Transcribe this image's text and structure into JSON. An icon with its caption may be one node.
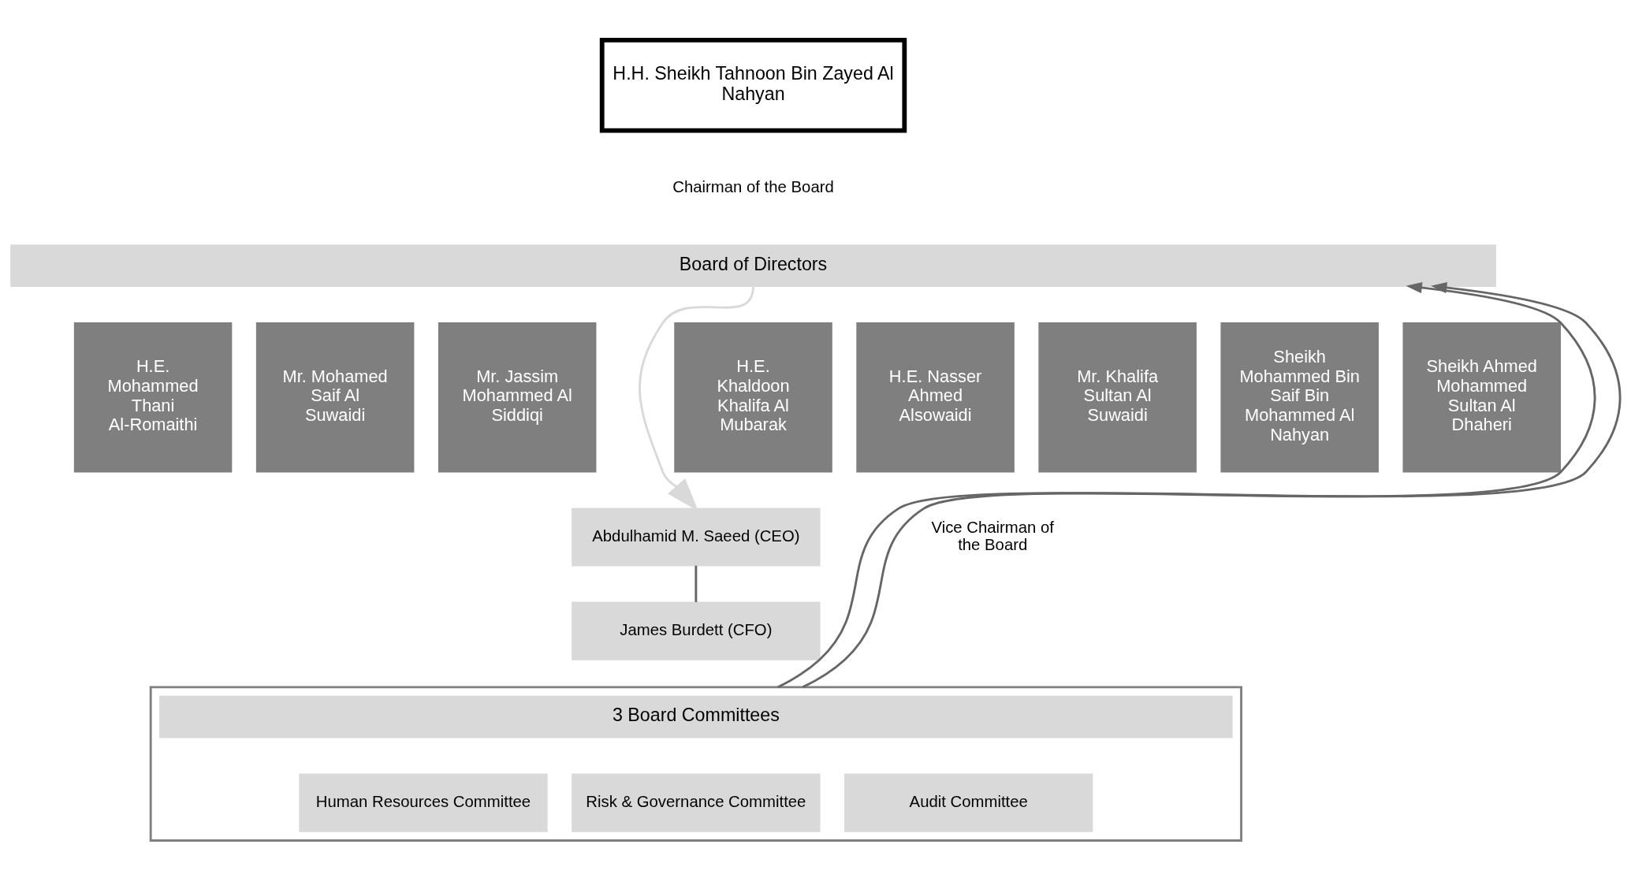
{
  "diagram": {
    "nodes": [
      {
        "text": [
          "H.H. Sheikh Tahnoon Bin Zayed Al Nahyan"
        ],
        "beside": [
          "Chairman of the Board"
        ]
      },
      {
        "text": [
          "Board of Directors"
        ]
      },
      {
        "text": [
          "H.E. Mohammed Thani Al-Romaithi"
        ]
      },
      {
        "text": [
          "Mr. Mohamed Saif Al Suwaidi"
        ]
      },
      {
        "text": [
          "Mr. Jassim Mohammed Al Siddiqi"
        ]
      },
      {
        "text": [
          "H.E. Khaldoon Khalifa Al Mubarak"
        ]
      },
      {
        "text": [
          "H.E. Nasser Ahmed Alsowaidi"
        ],
        "beside": [
          "Vice Chairman of the Board"
        ]
      },
      {
        "text": [
          "Mr. Khalifa Sultan Al Suwaidi"
        ]
      },
      {
        "text": [
          "Sheikh Mohammed Bin Saif Bin Mohammed Al Nahyan"
        ]
      },
      {
        "text": [
          "Sheikh Ahmed Mohammed Sultan Al Dhaheri"
        ]
      },
      {
        "text": [
          "Abdulhamid M. Saeed (CEO)"
        ]
      },
      {
        "text": [
          "James Burdett (CFO)"
        ]
      },
      {
        "text": [],
        "shape": "box"
      },
      {
        "text": [
          "3 Board Committees"
        ],
        "in": 12
      },
      {
        "text": [
          "Human Resources Committee"
        ],
        "in": 12
      },
      {
        "text": [
          "Risk & Governance Committee"
        ],
        "in": 12
      },
      {
        "text": [
          "Audit Committee"
        ],
        "in": 12
      }
    ],
    "edges": [
      {
        "from": 12,
        "to": 1,
        "arrow": "to"
      },
      {
        "from": 12,
        "to": 1,
        "arrow": "to"
      },
      {
        "from": 1,
        "to": 10,
        "arrow": "to",
        "color": "#d9d9d9"
      },
      {
        "from": 10,
        "to": 11,
        "arrow": "none"
      }
    ]
  }
}
